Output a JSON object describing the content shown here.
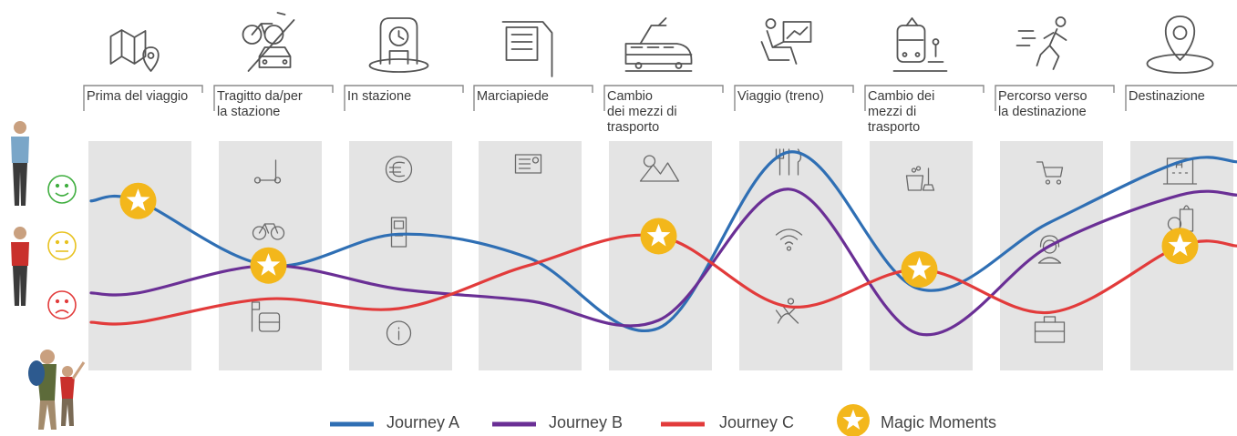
{
  "stages": [
    {
      "label": "Prima del viaggio",
      "icon": "map-pin-icon",
      "moment_icons": []
    },
    {
      "label": "Tragitto da/per\nla stazione",
      "icon": "bike-car-icon",
      "moment_icons": [
        "scooter-icon",
        "bicycle-icon",
        "parking-car-icon"
      ]
    },
    {
      "label": "In stazione",
      "icon": "station-clock-icon",
      "moment_icons": [
        "euro-icon",
        "ticket-machine-icon",
        "info-icon"
      ]
    },
    {
      "label": "Marciapiede",
      "icon": "platform-board-icon",
      "moment_icons": [
        "departure-board-icon"
      ]
    },
    {
      "label": "Cambio\ndei mezzi di\ntrasporto",
      "icon": "tram-icon",
      "moment_icons": [
        "mountains-icon"
      ]
    },
    {
      "label": "Viaggio (treno)",
      "icon": "passenger-seat-icon",
      "moment_icons": [
        "restaurant-icon",
        "wifi-icon",
        "relax-icon"
      ]
    },
    {
      "label": "Cambio dei\nmezzi di\ntrasporto",
      "icon": "train-luggage-icon",
      "moment_icons": [
        "cleaning-icon"
      ]
    },
    {
      "label": "Percorso verso\nla destinazione",
      "icon": "walking-person-icon",
      "moment_icons": [
        "shopping-cart-icon",
        "service-agent-icon",
        "luggage-icon"
      ]
    },
    {
      "label": "Destinazione",
      "icon": "destination-pin-icon",
      "moment_icons": [
        "hotel-icon",
        "shopping-bag-icon"
      ]
    }
  ],
  "emotions": [
    {
      "name": "happy-face-icon",
      "color": "#3fae3f"
    },
    {
      "name": "neutral-face-icon",
      "color": "#e8c21f"
    },
    {
      "name": "sad-face-icon",
      "color": "#e23b3b"
    }
  ],
  "journeys": [
    {
      "name": "Journey A",
      "color": "#2f6fb4",
      "levels": [
        0.75,
        0.42,
        0.58,
        0.46,
        0.1,
        1.0,
        0.3,
        0.64,
        0.95
      ]
    },
    {
      "name": "Journey B",
      "color": "#6a2f95",
      "levels": [
        0.28,
        0.42,
        0.3,
        0.24,
        0.14,
        0.81,
        0.07,
        0.52,
        0.78
      ]
    },
    {
      "name": "Journey C",
      "color": "#e23b3b",
      "levels": [
        0.13,
        0.25,
        0.2,
        0.42,
        0.57,
        0.21,
        0.4,
        0.18,
        0.52
      ]
    }
  ],
  "magic_moments": [
    {
      "journey": "Journey A",
      "stage": "Prima del viaggio"
    },
    {
      "journey": "Journey B",
      "stage": "Tragitto da/per\nla stazione"
    },
    {
      "journey": "Journey C",
      "stage": "Cambio\ndei mezzi di\ntrasporto"
    },
    {
      "journey": "Journey C",
      "stage": "Cambio dei\nmezzi di\ntrasporto"
    },
    {
      "journey": "Journey C",
      "stage": "Destinazione"
    }
  ],
  "legend": {
    "journey_a": "Journey A",
    "journey_b": "Journey B",
    "journey_c": "Journey C",
    "magic": "Magic Moments"
  },
  "colors": {
    "band": "#e4e4e4",
    "star": "#f3b71b",
    "icon": "#555555"
  }
}
